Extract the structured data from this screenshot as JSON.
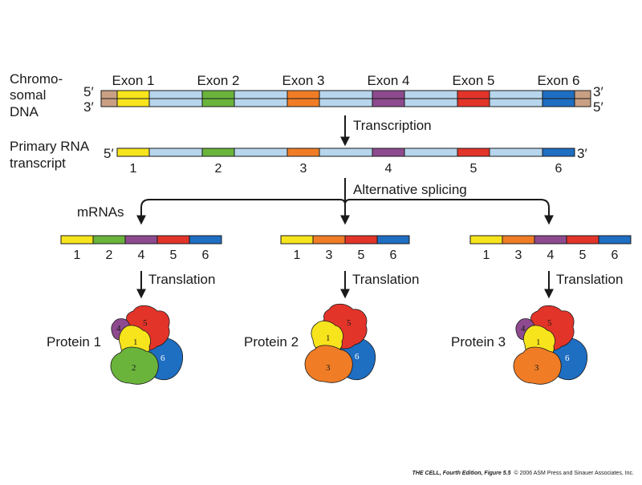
{
  "colors": {
    "exon1": "#f7e41c",
    "exon2": "#6ab43c",
    "exon3": "#f07d26",
    "exon4": "#8e4a8e",
    "exon5": "#e3342a",
    "exon6": "#1e6ec2",
    "intron": "#b7d5ec",
    "flank": "#c9a084"
  },
  "labels": {
    "chromosomal_line1": "Chromo-",
    "chromosomal_line2": "somal",
    "chromosomal_line3": "DNA",
    "primary_line1": "Primary RNA",
    "primary_line2": "transcript",
    "mrnas": "mRNAs",
    "transcription": "Transcription",
    "alt_splicing": "Alternative splicing",
    "translation": "Translation",
    "five_prime": "5′",
    "three_prime": "3′"
  },
  "exons": [
    {
      "id": 1,
      "label": "Exon 1",
      "num": "1",
      "color_key": "exon1"
    },
    {
      "id": 2,
      "label": "Exon 2",
      "num": "2",
      "color_key": "exon2"
    },
    {
      "id": 3,
      "label": "Exon 3",
      "num": "3",
      "color_key": "exon3"
    },
    {
      "id": 4,
      "label": "Exon 4",
      "num": "4",
      "color_key": "exon4"
    },
    {
      "id": 5,
      "label": "Exon 5",
      "num": "5",
      "color_key": "exon5"
    },
    {
      "id": 6,
      "label": "Exon 6",
      "num": "6",
      "color_key": "exon6"
    }
  ],
  "mrnas": [
    {
      "exons": [
        1,
        2,
        4,
        5,
        6
      ],
      "protein": "Protein 1"
    },
    {
      "exons": [
        1,
        3,
        5,
        6
      ],
      "protein": "Protein 2"
    },
    {
      "exons": [
        1,
        3,
        4,
        5,
        6
      ],
      "protein": "Protein 3"
    }
  ],
  "credit": {
    "book": "THE CELL, Fourth Edition, Figure 5.5",
    "rest": "© 2006 ASM Press and Sinauer Associates, Inc."
  }
}
